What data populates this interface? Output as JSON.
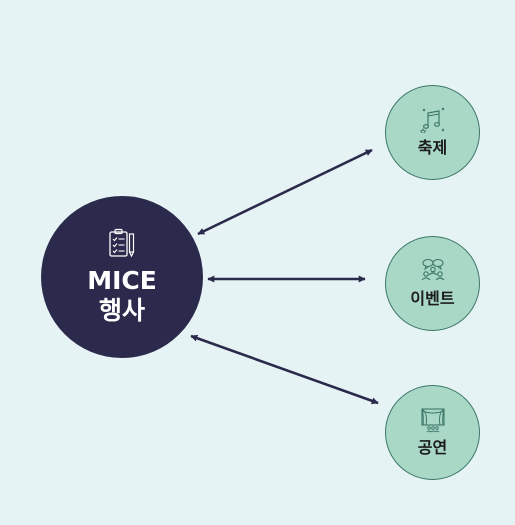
{
  "diagram": {
    "center": {
      "line1": "MICE",
      "line2": "행사",
      "icon": "clipboard-checklist-icon"
    },
    "satellites": [
      {
        "label": "축제",
        "icon": "music-notes-icon"
      },
      {
        "label": "이벤트",
        "icon": "people-chat-icon"
      },
      {
        "label": "공연",
        "icon": "stage-curtain-icon"
      }
    ],
    "colors": {
      "background": "#e6f3f4",
      "center_fill": "#2b2a4c",
      "satellite_fill": "#a9d8c7",
      "satellite_border": "#3e7769",
      "arrow": "#2b2a4c"
    }
  }
}
